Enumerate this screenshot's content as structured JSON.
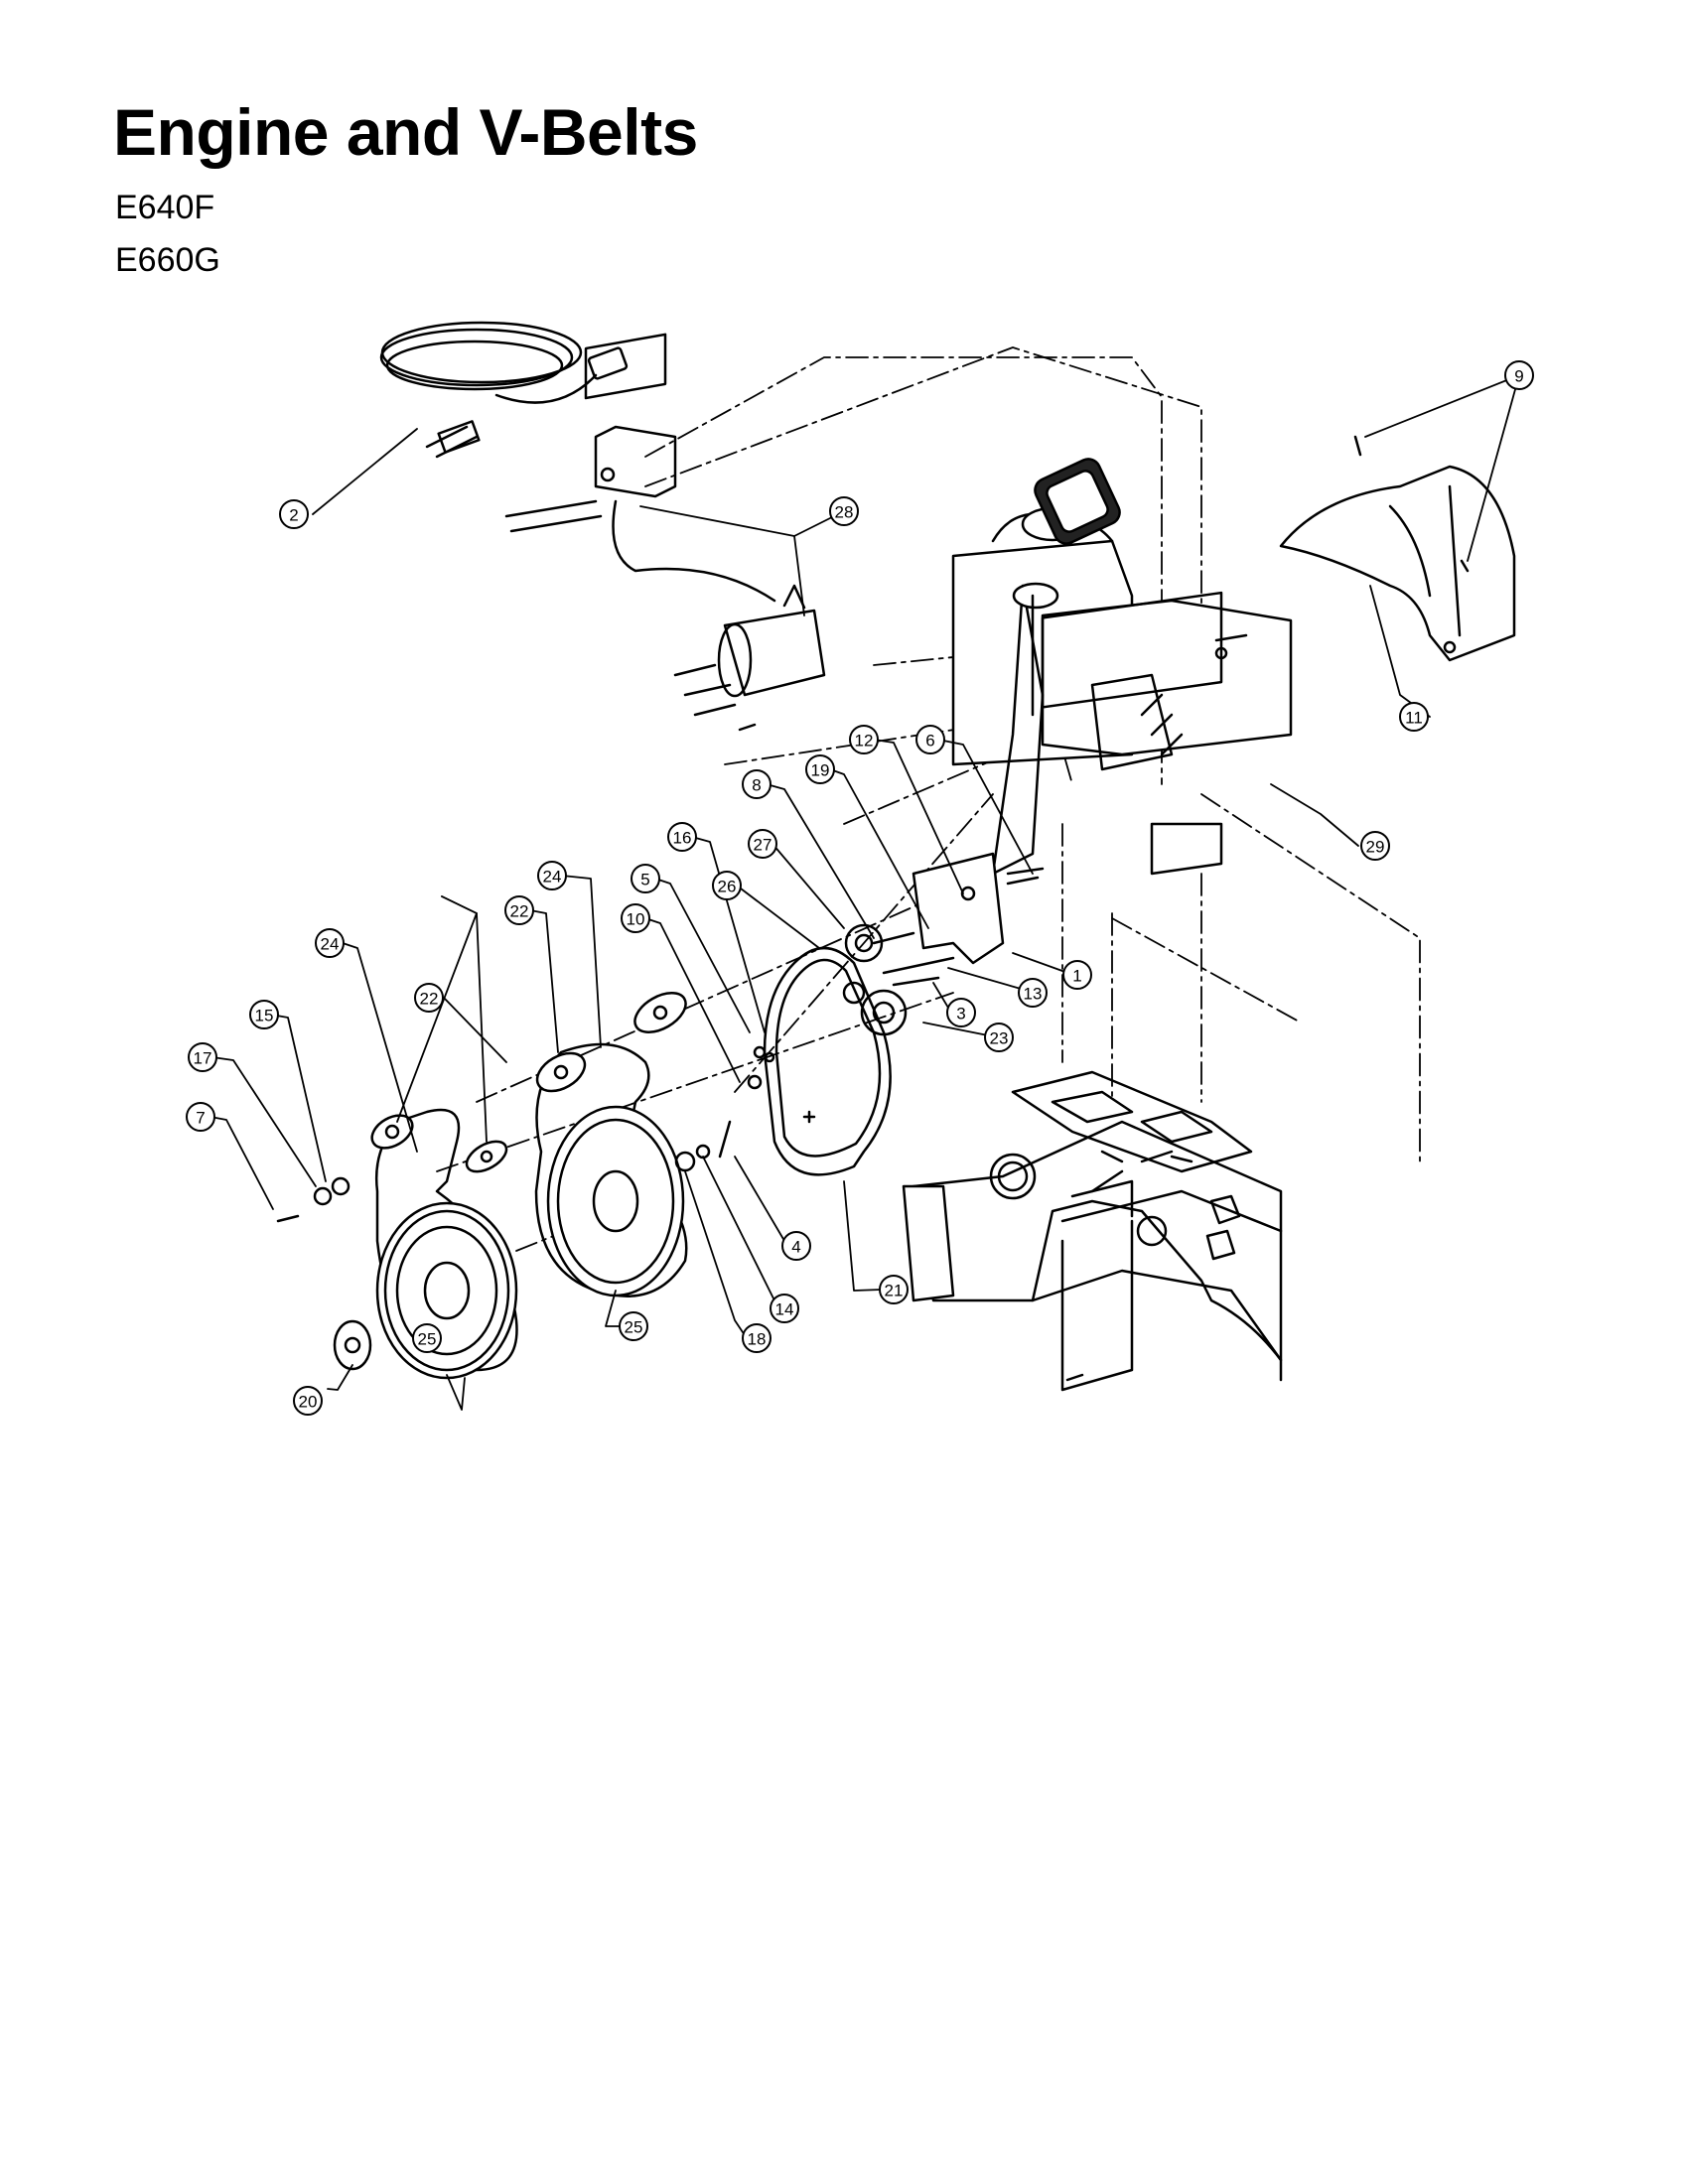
{
  "title": "Engine and V-Belts",
  "models": [
    "E640F",
    "E660G"
  ],
  "callouts": [
    "2",
    "28",
    "9",
    "11",
    "29",
    "6",
    "12",
    "19",
    "8",
    "27",
    "26",
    "16",
    "5",
    "10",
    "1",
    "3",
    "13",
    "23",
    "22",
    "24",
    "24",
    "22",
    "15",
    "17",
    "7",
    "4",
    "14",
    "18",
    "21",
    "25",
    "25",
    "20"
  ]
}
